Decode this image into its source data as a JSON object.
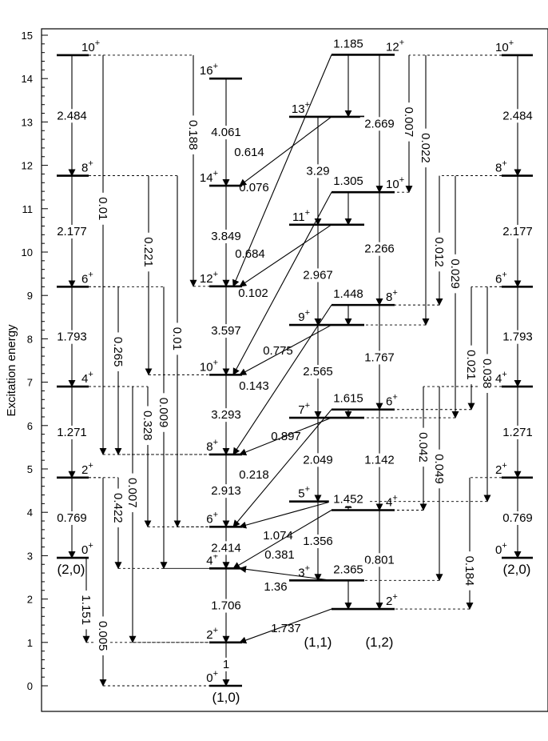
{
  "axis": {
    "ylabel": "Excitation energy",
    "ticks": [
      "0",
      "1",
      "2",
      "3",
      "4",
      "5",
      "6",
      "7",
      "8",
      "9",
      "10",
      "11",
      "12",
      "13",
      "14",
      "15"
    ]
  },
  "bands": [
    {
      "label": "(1,0)",
      "levels": [
        {
          "spin": "0",
          "parity": "+",
          "energy": 0
        },
        {
          "spin": "2",
          "parity": "+",
          "energy": 1.0
        },
        {
          "spin": "4",
          "parity": "+",
          "energy": 2.706
        },
        {
          "spin": "6",
          "parity": "+",
          "energy": 3.665
        },
        {
          "spin": "8",
          "parity": "+",
          "energy": 5.333
        },
        {
          "spin": "10",
          "parity": "+",
          "energy": 7.17
        },
        {
          "spin": "12",
          "parity": "+",
          "energy": 9.21
        },
        {
          "spin": "14",
          "parity": "+",
          "energy": 11.53
        },
        {
          "spin": "16",
          "parity": "+",
          "energy": 14.0
        }
      ]
    },
    {
      "label": "(1,1)",
      "levels": [
        {
          "spin": "3",
          "parity": "+",
          "energy": 2.43
        },
        {
          "spin": "5",
          "parity": "+",
          "energy": 4.25
        },
        {
          "spin": "7",
          "parity": "+",
          "energy": 6.18
        },
        {
          "spin": "9",
          "parity": "+",
          "energy": 8.32
        },
        {
          "spin": "11",
          "parity": "+",
          "energy": 10.63
        },
        {
          "spin": "13",
          "parity": "+",
          "energy": 13.12
        }
      ]
    },
    {
      "label": "(1,2)",
      "levels": [
        {
          "spin": "2",
          "parity": "+",
          "energy": 1.77
        },
        {
          "spin": "4",
          "parity": "+",
          "energy": 4.05
        },
        {
          "spin": "6",
          "parity": "+",
          "energy": 6.37
        },
        {
          "spin": "8",
          "parity": "+",
          "energy": 8.78
        },
        {
          "spin": "10",
          "parity": "+",
          "energy": 11.38
        },
        {
          "spin": "12",
          "parity": "+",
          "energy": 14.55
        }
      ]
    },
    {
      "label": "(2,0)",
      "levels": [
        {
          "spin": "0",
          "parity": "+",
          "energy": 2.95
        },
        {
          "spin": "2",
          "parity": "+",
          "energy": 4.8
        },
        {
          "spin": "4",
          "parity": "+",
          "energy": 6.9
        },
        {
          "spin": "6",
          "parity": "+",
          "energy": 9.2
        },
        {
          "spin": "8",
          "parity": "+",
          "energy": 11.76
        },
        {
          "spin": "10",
          "parity": "+",
          "energy": 14.54
        }
      ]
    }
  ],
  "transitions": [
    {
      "value": "1"
    },
    {
      "value": "1.706"
    },
    {
      "value": "2.414"
    },
    {
      "value": "2.913"
    },
    {
      "value": "3.293"
    },
    {
      "value": "3.597"
    },
    {
      "value": "3.849"
    },
    {
      "value": "4.061"
    },
    {
      "value": "0.769"
    },
    {
      "value": "1.271"
    },
    {
      "value": "1.793"
    },
    {
      "value": "2.177"
    },
    {
      "value": "2.484"
    },
    {
      "value": "1.356"
    },
    {
      "value": "2.049"
    },
    {
      "value": "2.565"
    },
    {
      "value": "2.967"
    },
    {
      "value": "3.29"
    },
    {
      "value": "0.801"
    },
    {
      "value": "1.142"
    },
    {
      "value": "1.767"
    },
    {
      "value": "2.266"
    },
    {
      "value": "2.669"
    },
    {
      "value": "2.365"
    },
    {
      "value": "1.452"
    },
    {
      "value": "1.615"
    },
    {
      "value": "1.448"
    },
    {
      "value": "1.305"
    },
    {
      "value": "1.185"
    },
    {
      "value": "1.737"
    },
    {
      "value": "1.36"
    },
    {
      "value": "1.074"
    },
    {
      "value": "0.897"
    },
    {
      "value": "0.775"
    },
    {
      "value": "0.684"
    },
    {
      "value": "0.614"
    },
    {
      "value": "0.381"
    },
    {
      "value": "0.218"
    },
    {
      "value": "0.143"
    },
    {
      "value": "0.102"
    },
    {
      "value": "0.076"
    },
    {
      "value": "1.151"
    },
    {
      "value": "0.005"
    },
    {
      "value": "0.422"
    },
    {
      "value": "0.007"
    },
    {
      "value": "0.265"
    },
    {
      "value": "0.328"
    },
    {
      "value": "0.009"
    },
    {
      "value": "0.01"
    },
    {
      "value": "0.221"
    },
    {
      "value": "0.01"
    },
    {
      "value": "0.188"
    },
    {
      "value": "0.184"
    },
    {
      "value": "0.049"
    },
    {
      "value": "0.042"
    },
    {
      "value": "0.038"
    },
    {
      "value": "0.021"
    },
    {
      "value": "0.029"
    },
    {
      "value": "0.012"
    },
    {
      "value": "0.022"
    },
    {
      "value": "0.007"
    }
  ]
}
